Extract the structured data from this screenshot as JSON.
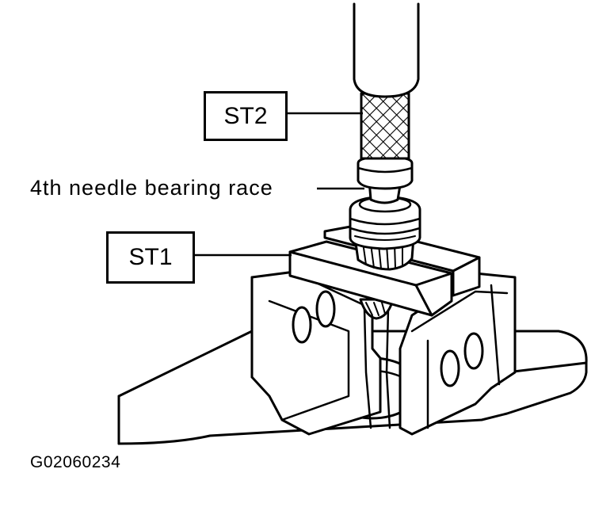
{
  "labels": {
    "st2": "ST2",
    "st1": "ST1",
    "race": "4th needle bearing race",
    "figure_code": "G02060234"
  },
  "colors": {
    "ink": "#000000",
    "paper": "#ffffff"
  }
}
